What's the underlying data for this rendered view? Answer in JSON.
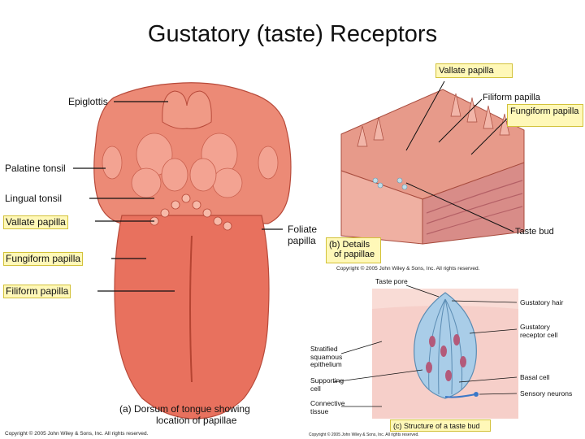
{
  "title": "Gustatory (taste) Receptors",
  "tongue": {
    "labels": {
      "epiglottis": "Epiglottis",
      "palatine_tonsil": "Palatine tonsil",
      "lingual_tonsil": "Lingual tonsil",
      "vallate_papilla": "Vallate papilla",
      "fungiform_papilla": "Fungiform papilla",
      "filiform_papilla": "Filiform papilla",
      "foliate_papilla_1": "Foliate",
      "foliate_papilla_2": "papilla"
    },
    "caption_letter": "(a)",
    "caption_line1": "Dorsum of tongue showing",
    "caption_line2": "location of papillae",
    "copyright": "Copyright © 2005 John Wiley & Sons, Inc.  All rights reserved."
  },
  "details": {
    "labels": {
      "vallate_papilla": "Vallate papilla",
      "filiform_papilla": "Filiform papilla",
      "fungiform_papilla": "Fungiform papilla",
      "taste_bud": "Taste bud"
    },
    "caption_line1": "(b) Details",
    "caption_line2": "of papillae",
    "copyright": "Copyright © 2005 John Wiley & Sons, Inc.  All rights reserved."
  },
  "taste_bud": {
    "labels": {
      "taste_pore": "Taste pore",
      "gustatory_hair": "Gustatory hair",
      "gustatory_receptor_cell_1": "Gustatory",
      "gustatory_receptor_cell_2": "receptor cell",
      "stratified_1": "Stratified",
      "stratified_2": "squamous",
      "stratified_3": "epithelium",
      "supporting_1": "Supporting",
      "supporting_2": "cell",
      "basal_cell": "Basal cell",
      "sensory_neurons": "Sensory neurons",
      "connective_1": "Connective",
      "connective_2": "tissue"
    },
    "caption": "(c) Structure of a taste bud",
    "copyright": "Copyright © 2005 John Wiley & Sons, Inc.  All rights reserved."
  },
  "colors": {
    "tongue": "#e8715e",
    "tongue_dark": "#c9503f",
    "highlight_fill": "#fff8b8",
    "highlight_border": "#d3c23a",
    "taste_bud_blue": "#a9cde8"
  }
}
